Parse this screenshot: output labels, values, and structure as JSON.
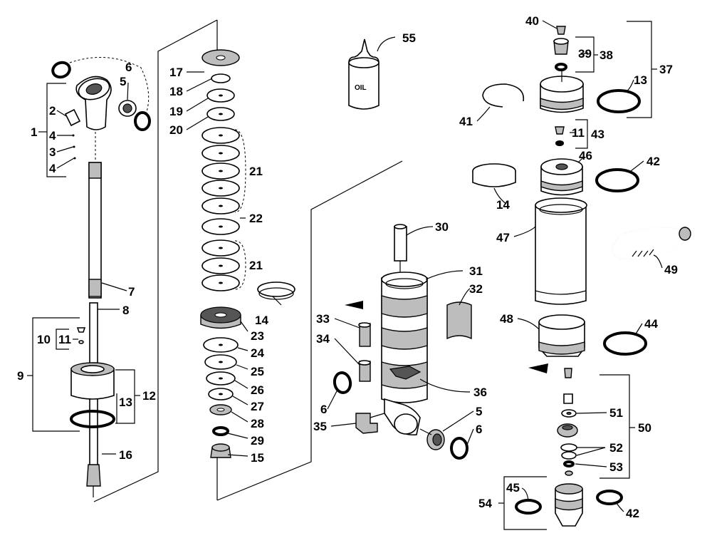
{
  "oil_bottle_text": "OIL",
  "labels": [
    {
      "id": "1",
      "text": "1"
    },
    {
      "id": "2",
      "text": "2"
    },
    {
      "id": "4a",
      "text": "4"
    },
    {
      "id": "3",
      "text": "3"
    },
    {
      "id": "4b",
      "text": "4"
    },
    {
      "id": "6a",
      "text": "6"
    },
    {
      "id": "5a",
      "text": "5"
    },
    {
      "id": "7",
      "text": "7"
    },
    {
      "id": "8",
      "text": "8"
    },
    {
      "id": "10",
      "text": "10"
    },
    {
      "id": "11a",
      "text": "11"
    },
    {
      "id": "9",
      "text": "9"
    },
    {
      "id": "13a",
      "text": "13"
    },
    {
      "id": "12",
      "text": "12"
    },
    {
      "id": "16",
      "text": "16"
    },
    {
      "id": "17",
      "text": "17"
    },
    {
      "id": "18",
      "text": "18"
    },
    {
      "id": "19",
      "text": "19"
    },
    {
      "id": "20",
      "text": "20"
    },
    {
      "id": "21a",
      "text": "21"
    },
    {
      "id": "22",
      "text": "22"
    },
    {
      "id": "21b",
      "text": "21"
    },
    {
      "id": "14a",
      "text": "14"
    },
    {
      "id": "23",
      "text": "23"
    },
    {
      "id": "24",
      "text": "24"
    },
    {
      "id": "25",
      "text": "25"
    },
    {
      "id": "26",
      "text": "26"
    },
    {
      "id": "27",
      "text": "27"
    },
    {
      "id": "28",
      "text": "28"
    },
    {
      "id": "29",
      "text": "29"
    },
    {
      "id": "15",
      "text": "15"
    },
    {
      "id": "55",
      "text": "55"
    },
    {
      "id": "30",
      "text": "30"
    },
    {
      "id": "31",
      "text": "31"
    },
    {
      "id": "32",
      "text": "32"
    },
    {
      "id": "33",
      "text": "33"
    },
    {
      "id": "34",
      "text": "34"
    },
    {
      "id": "36",
      "text": "36"
    },
    {
      "id": "6b",
      "text": "6"
    },
    {
      "id": "35",
      "text": "35"
    },
    {
      "id": "5b",
      "text": "5"
    },
    {
      "id": "6c",
      "text": "6"
    },
    {
      "id": "40",
      "text": "40"
    },
    {
      "id": "39",
      "text": "39"
    },
    {
      "id": "38",
      "text": "38"
    },
    {
      "id": "37",
      "text": "37"
    },
    {
      "id": "13b",
      "text": "13"
    },
    {
      "id": "41",
      "text": "41"
    },
    {
      "id": "11b",
      "text": "11"
    },
    {
      "id": "43",
      "text": "43"
    },
    {
      "id": "46",
      "text": "46"
    },
    {
      "id": "42a",
      "text": "42"
    },
    {
      "id": "14b",
      "text": "14"
    },
    {
      "id": "47",
      "text": "47"
    },
    {
      "id": "49",
      "text": "49"
    },
    {
      "id": "48",
      "text": "48"
    },
    {
      "id": "44",
      "text": "44"
    },
    {
      "id": "51",
      "text": "51"
    },
    {
      "id": "50",
      "text": "50"
    },
    {
      "id": "52",
      "text": "52"
    },
    {
      "id": "53",
      "text": "53"
    },
    {
      "id": "45",
      "text": "45"
    },
    {
      "id": "54",
      "text": "54"
    },
    {
      "id": "42b",
      "text": "42"
    }
  ]
}
